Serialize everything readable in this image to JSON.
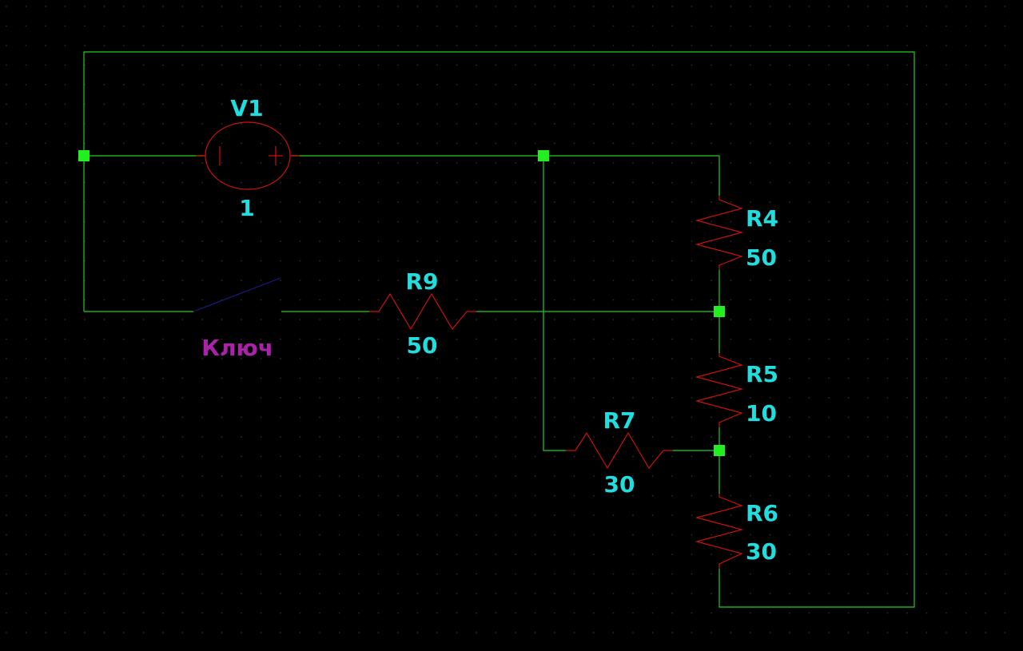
{
  "colors": {
    "background": "#000000",
    "wire": "#22cc22",
    "component": "#cc1111",
    "node": "#22ee22",
    "label": "#22dddd",
    "switch_label": "#aa22aa",
    "switch_blade": "#1a1a88"
  },
  "grid": true,
  "components": {
    "v1": {
      "name": "V1",
      "value": "1"
    },
    "r4": {
      "name": "R4",
      "value": "50"
    },
    "r5": {
      "name": "R5",
      "value": "10"
    },
    "r6": {
      "name": "R6",
      "value": "30"
    },
    "r7": {
      "name": "R7",
      "value": "30"
    },
    "r9": {
      "name": "R9",
      "value": "50"
    },
    "switch": {
      "name": "Ключ"
    }
  }
}
